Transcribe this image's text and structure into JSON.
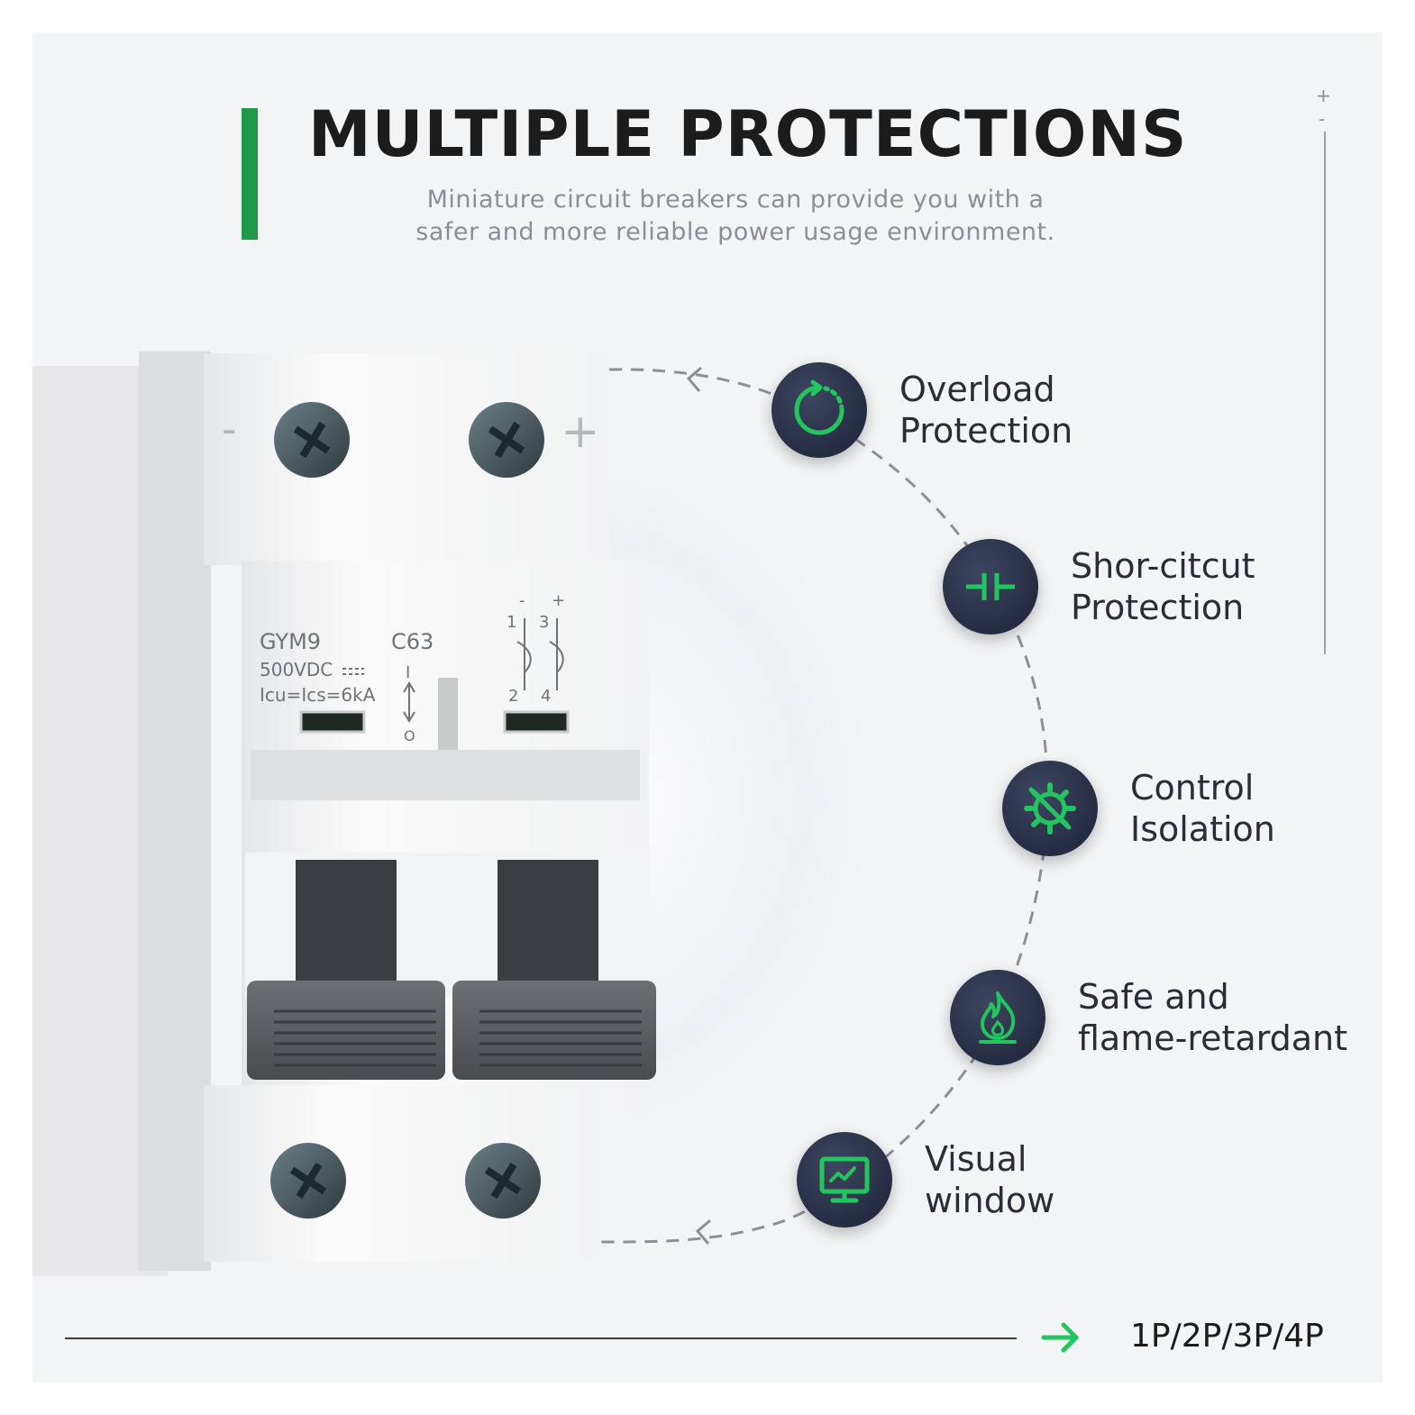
{
  "header": {
    "title": "MULTIPLE PROTECTIONS",
    "subtitle": "Miniature circuit breakers can provide you with a\nsafer and more reliable power usage environment."
  },
  "side_indicator": {
    "plus": "+",
    "minus": "-"
  },
  "product": {
    "model": "GYM9",
    "rating": "C63",
    "voltage": "500VDC",
    "breaking_capacity": "Icu=Ics=6kA",
    "top_minus": "-",
    "top_plus": "+",
    "switch_on_mark": "I",
    "switch_off_mark": "O",
    "diagram_minus": "-",
    "diagram_plus": "+",
    "terminal_1": "1",
    "terminal_3": "3",
    "terminal_2": "2",
    "terminal_4": "4"
  },
  "features": [
    {
      "label": "Overload\nProtection",
      "icon": "refresh-cycle-icon"
    },
    {
      "label": "Shor-citcut\nProtection",
      "icon": "contact-gap-icon"
    },
    {
      "label": "Control\nIsolation",
      "icon": "gear-slash-icon"
    },
    {
      "label": "Safe and\nflame-retardant",
      "icon": "flame-icon"
    },
    {
      "label": "Visual\nwindow",
      "icon": "monitor-icon"
    }
  ],
  "footer": {
    "poles": "1P/2P/3P/4P",
    "arrow_icon": "arrow-right-icon"
  },
  "colors": {
    "accent": "#1f9a4a",
    "icon_green": "#22c55e",
    "icon_bg": "#262d42",
    "background": "#f3f4f6"
  }
}
